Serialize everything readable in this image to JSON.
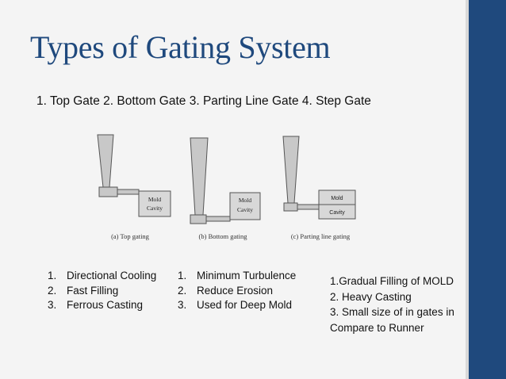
{
  "slide": {
    "title": "Types of Gating System",
    "subtitle": "1. Top Gate  2. Bottom Gate 3. Parting Line Gate 4. Step Gate"
  },
  "figure": {
    "captions": [
      "(a) Top gating",
      "(b) Bottom gating",
      "(c) Parting line gating"
    ],
    "mold_box_label_1": "Mold",
    "mold_box_label_2": "Cavity"
  },
  "list_top_gate": [
    {
      "num": "1.",
      "text": "Directional Cooling"
    },
    {
      "num": "2.",
      "text": "Fast Filling"
    },
    {
      "num": "3.",
      "text": "Ferrous Casting"
    }
  ],
  "list_bottom_gate": [
    {
      "num": "1.",
      "text": "Minimum Turbulence"
    },
    {
      "num": "2.",
      "text": "Reduce Erosion"
    },
    {
      "num": "3.",
      "text": "Used for Deep Mold"
    }
  ],
  "list_parting_line": [
    "1.Gradual Filling of MOLD",
    "2. Heavy Casting",
    "3. Small size of in gates in",
    "Compare to Runner"
  ],
  "colors": {
    "accent": "#1f497d",
    "background": "#f4f4f4"
  }
}
